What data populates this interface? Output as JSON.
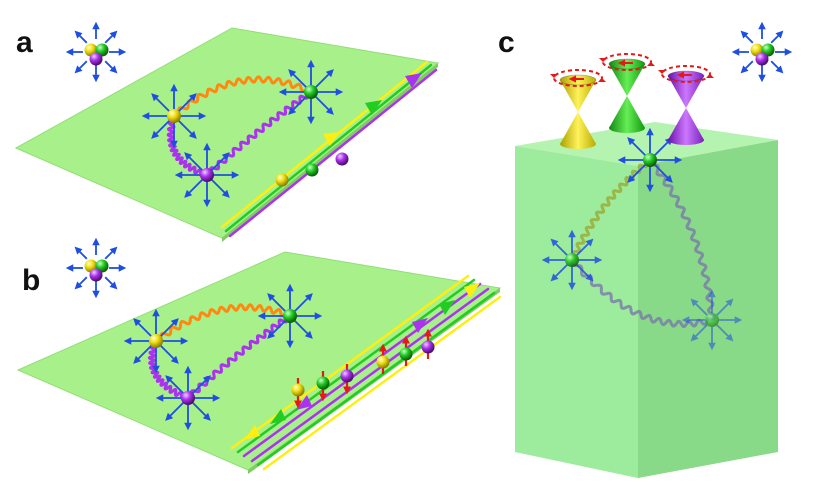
{
  "panels": {
    "a": {
      "label": "a"
    },
    "b": {
      "label": "b"
    },
    "c": {
      "label": "c"
    }
  },
  "colors": {
    "plane": "#a8f08a",
    "plane_edge": "#8fdc70",
    "yellow": "#ffee11",
    "green": "#22cc22",
    "purple": "#aa33ee",
    "orange": "#ff8811",
    "arrow_blue": "#1f4fe0",
    "arrow_red": "#e41a1a",
    "box_front": "#9deb9d",
    "box_side": "#86d886",
    "box_top": "#b4f3b0"
  },
  "icons": [
    "particle-triplet-icon",
    "radial-field-icon",
    "wavy-string-icon",
    "edge-channel-icon",
    "spin-arrow-icon",
    "dirac-cone-icon",
    "rotation-arrow-icon"
  ]
}
